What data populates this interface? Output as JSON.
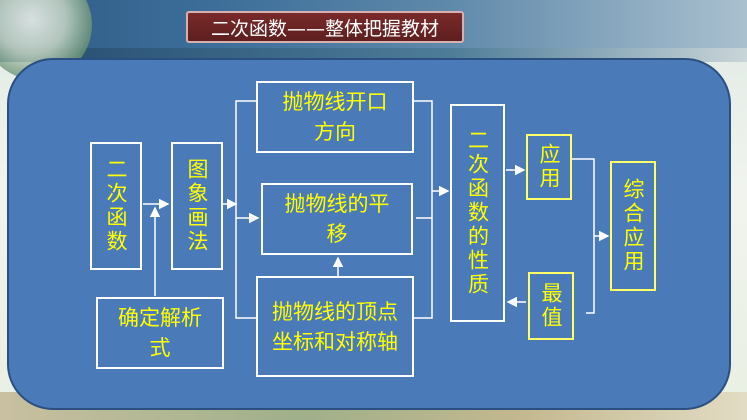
{
  "title": "二次函数——整体把握教材",
  "nodes": {
    "quadratic_function": "二次函数",
    "graph_method": "图象画法",
    "determine_expression": "确定解析式",
    "opening_direction": "抛物线开口方向",
    "translation": "抛物线的平移",
    "vertex_axis": "抛物线的顶点坐标和对称轴",
    "properties": "二次函数的性质",
    "application": "应用",
    "maximum": "最值",
    "comprehensive": "综合应用"
  },
  "colors": {
    "panel": "#4a7ab8",
    "text": "#ffff00",
    "title_bg": "#6b2424"
  }
}
